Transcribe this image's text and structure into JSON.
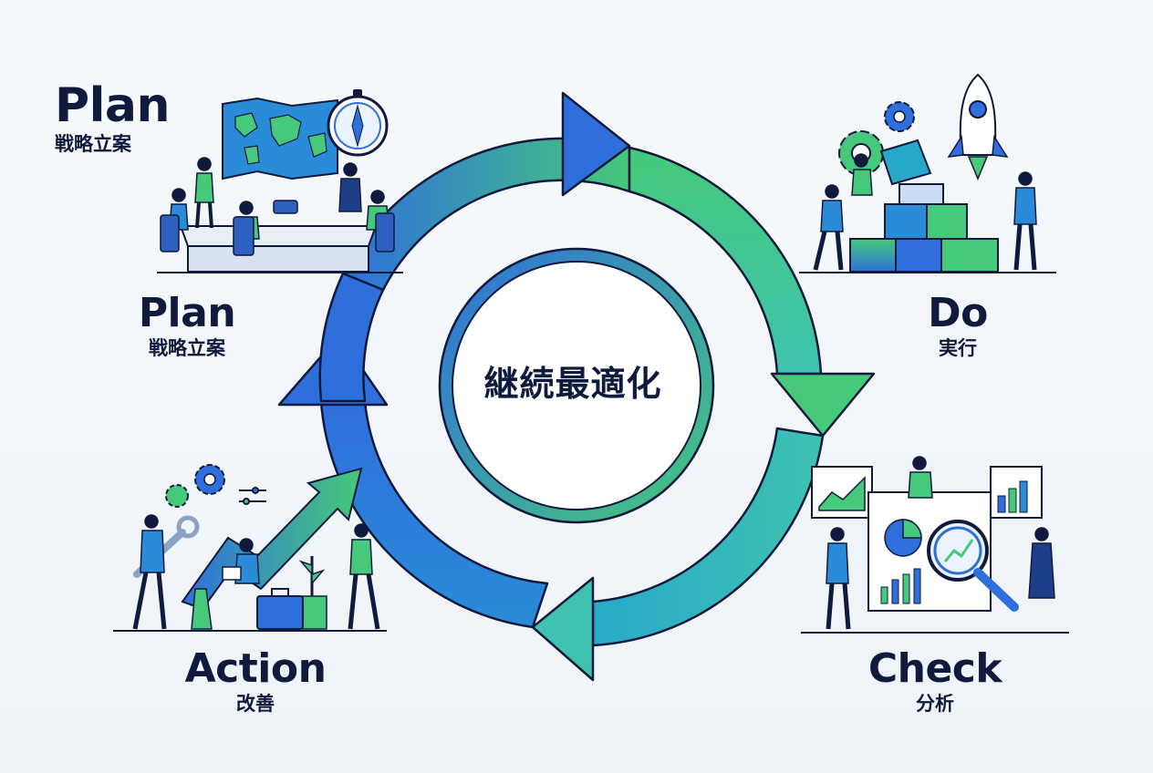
{
  "center": {
    "text": "継続最適化"
  },
  "stages": {
    "plan_top": {
      "title": "Plan",
      "subtitle": "戦略立案"
    },
    "plan": {
      "title": "Plan",
      "subtitle": "戦略立案"
    },
    "do": {
      "title": "Do",
      "subtitle": "実行"
    },
    "check": {
      "title": "Check",
      "subtitle": "分析"
    },
    "action": {
      "title": "Action",
      "subtitle": "改善"
    }
  },
  "colors": {
    "navy": "#101a3d",
    "blue": "#2f6fdc",
    "teal": "#27a9c9",
    "green": "#46c97a",
    "light_green": "#7fe0a0",
    "light_blue": "#9cc7f2"
  },
  "icons": [
    "world-map-icon",
    "compass-icon",
    "gear-icon",
    "rocket-icon",
    "boxes-icon",
    "magnifier-icon",
    "bar-chart-icon",
    "pie-chart-icon",
    "line-chart-icon",
    "wrench-icon",
    "briefcase-icon",
    "growth-arrow-icon",
    "plant-icon"
  ]
}
